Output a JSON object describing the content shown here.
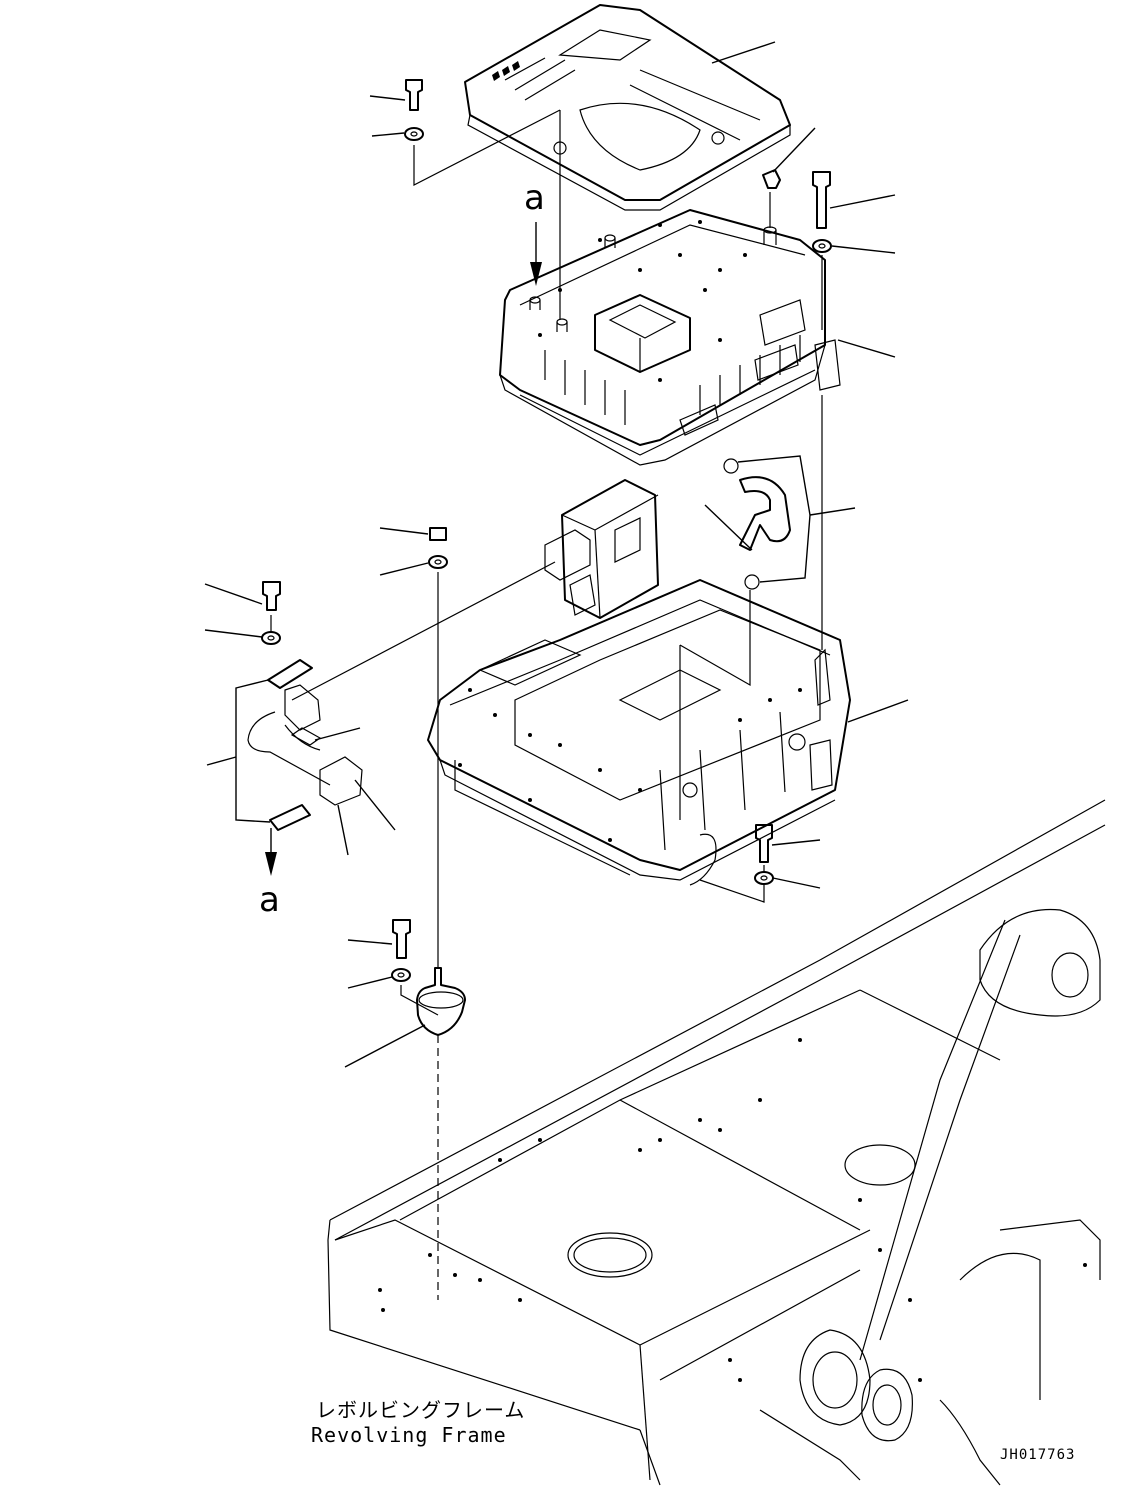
{
  "diagram": {
    "view_marker": "a",
    "caption_jp": "レボルビングフレーム",
    "caption_en": "Revolving Frame",
    "drawing_code": "JH017763"
  }
}
